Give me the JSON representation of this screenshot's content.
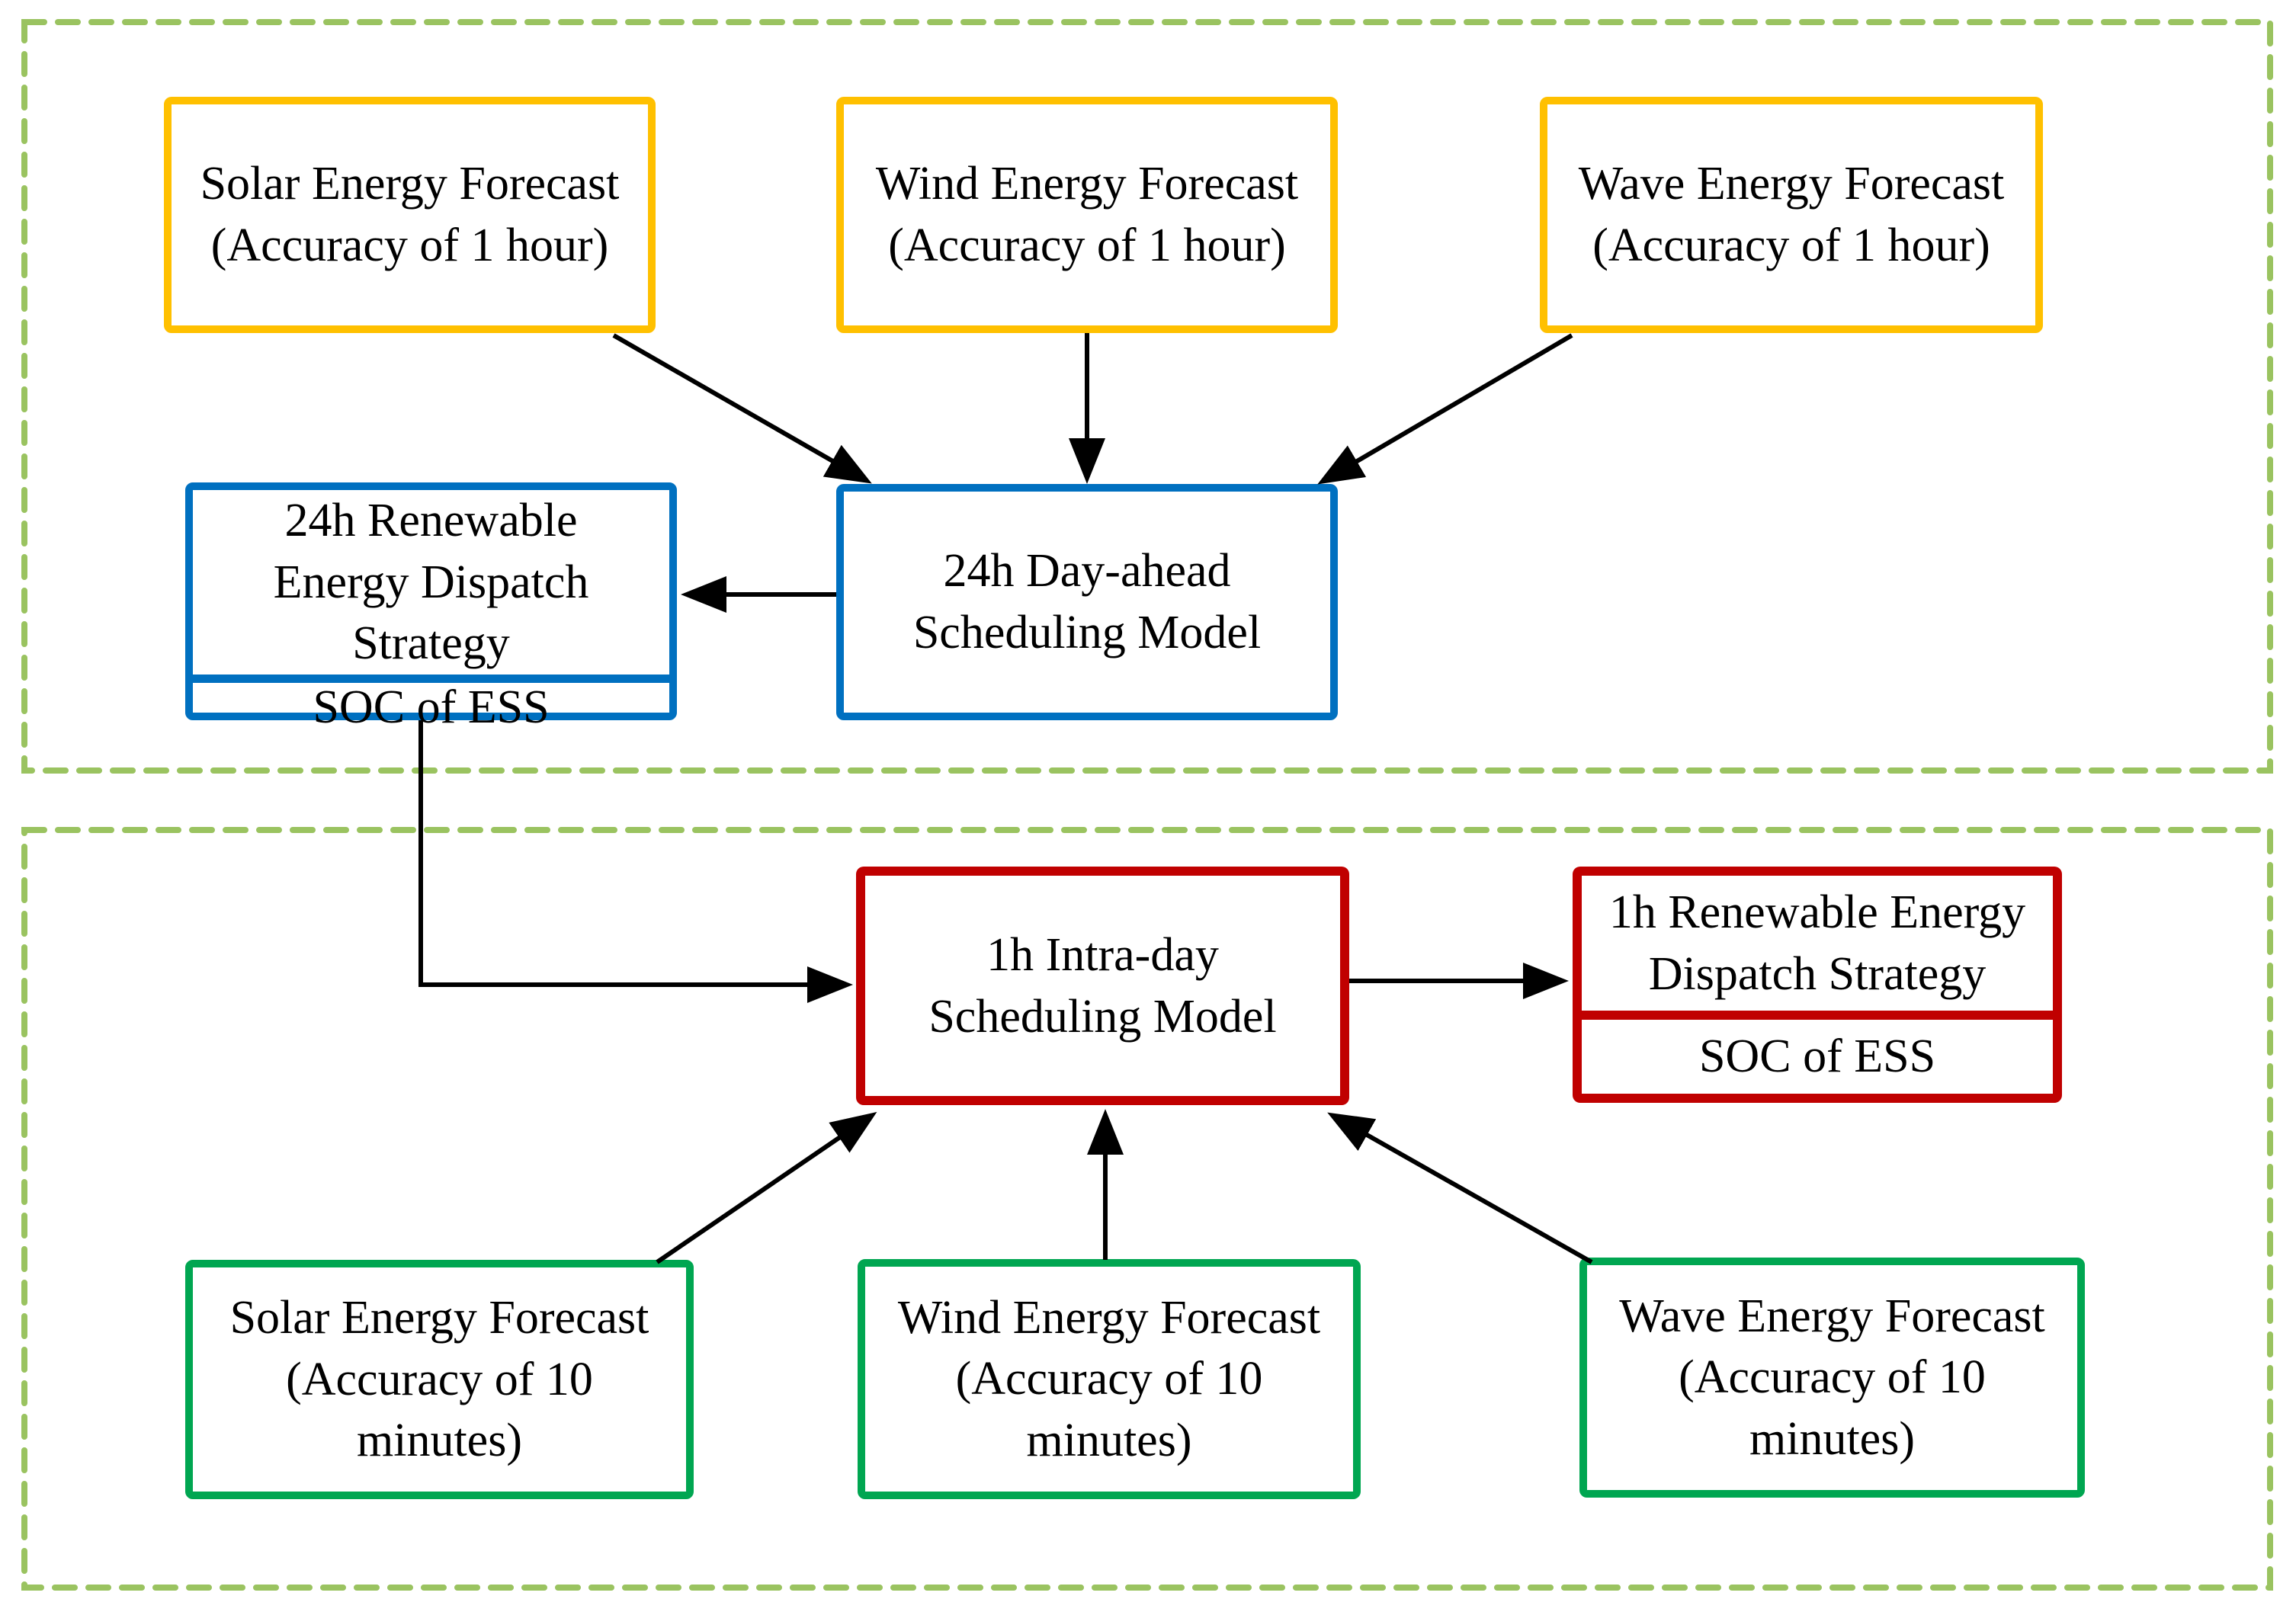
{
  "stage1": {
    "solar": {
      "line1": "Solar Energy Forecast",
      "line2": "(Accuracy of 1 hour)"
    },
    "wind": {
      "line1": "Wind Energy Forecast",
      "line2": "(Accuracy of 1 hour)"
    },
    "wave": {
      "line1": "Wave Energy Forecast",
      "line2": "(Accuracy of 1 hour)"
    },
    "model": {
      "line1": "24h Day-ahead",
      "line2": "Scheduling Model"
    },
    "strategy": {
      "line1": "24h Renewable",
      "line2": "Energy Dispatch",
      "line3": "Strategy",
      "soc": "SOC of ESS"
    }
  },
  "stage2": {
    "model": {
      "line1": "1h Intra-day",
      "line2": "Scheduling Model"
    },
    "strategy": {
      "line1": "1h Renewable Energy",
      "line2": "Dispatch Strategy",
      "soc": "SOC of ESS"
    },
    "solar": {
      "line1": "Solar Energy Forecast",
      "line2": "(Accuracy of 10",
      "line3": "minutes)"
    },
    "wind": {
      "line1": "Wind Energy Forecast",
      "line2": "(Accuracy of 10",
      "line3": "minutes)"
    },
    "wave": {
      "line1": "Wave Energy Forecast",
      "line2": "(Accuracy of 10",
      "line3": "minutes)"
    }
  },
  "colors": {
    "forecast_1h_border": "#FFC000",
    "day_ahead_border": "#0070C0",
    "intra_day_border": "#C00000",
    "forecast_10min_border": "#00A651",
    "container_border": "#9AC360",
    "arrow": "#000000",
    "text": "#000000",
    "background": "#FFFFFF"
  }
}
